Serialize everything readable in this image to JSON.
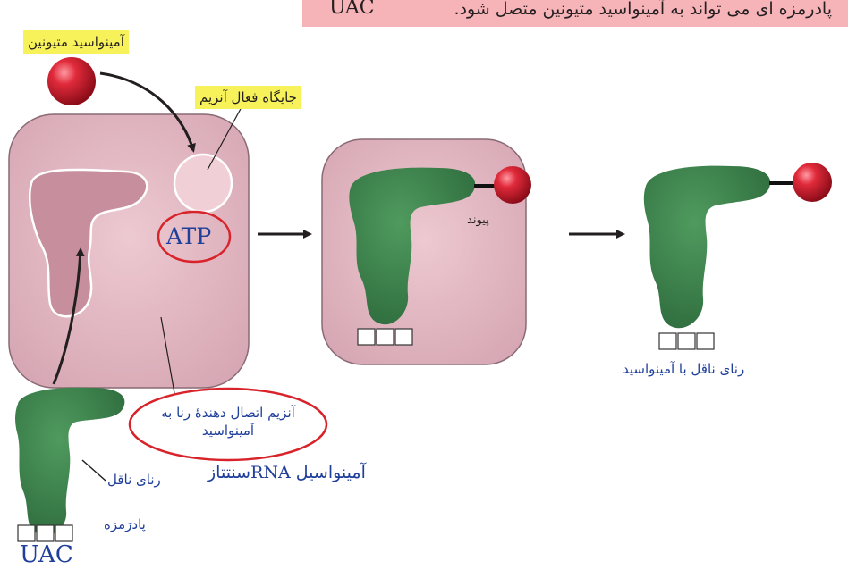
{
  "banner": {
    "text": "پادرمزه ای می تواند به آمینواسید متیونین متصل شود.",
    "code": "UAC"
  },
  "labels": {
    "methionine": "آمینواسید متیونین",
    "active_site": "جایگاه فعال آنزیم",
    "atp": "ATP",
    "bond": "پیوند",
    "trna_aa": "رنای ناقل با آمینواسید",
    "enzyme_line1": "آنزیم اتصال دهندهٔ رنا به",
    "enzyme_line2": "آمینواسید",
    "synthetase_prefix": "آمینواسیل ",
    "synthetase_rna": "RNA",
    "synthetase_suffix": "سنتتاز",
    "trna": "رنای ناقل",
    "anticodon": "پادرَمزه",
    "uac_bottom": "UAC"
  },
  "colors": {
    "banner_bg": "#f6b3b8",
    "highlight": "#f8f25a",
    "enzyme_fill": "#e7bcc6",
    "trna_green": "#3c7f4a",
    "amino_red": "#c41a2a",
    "ellipse_red": "#d8232a",
    "text_blue": "#1f3f9a"
  }
}
